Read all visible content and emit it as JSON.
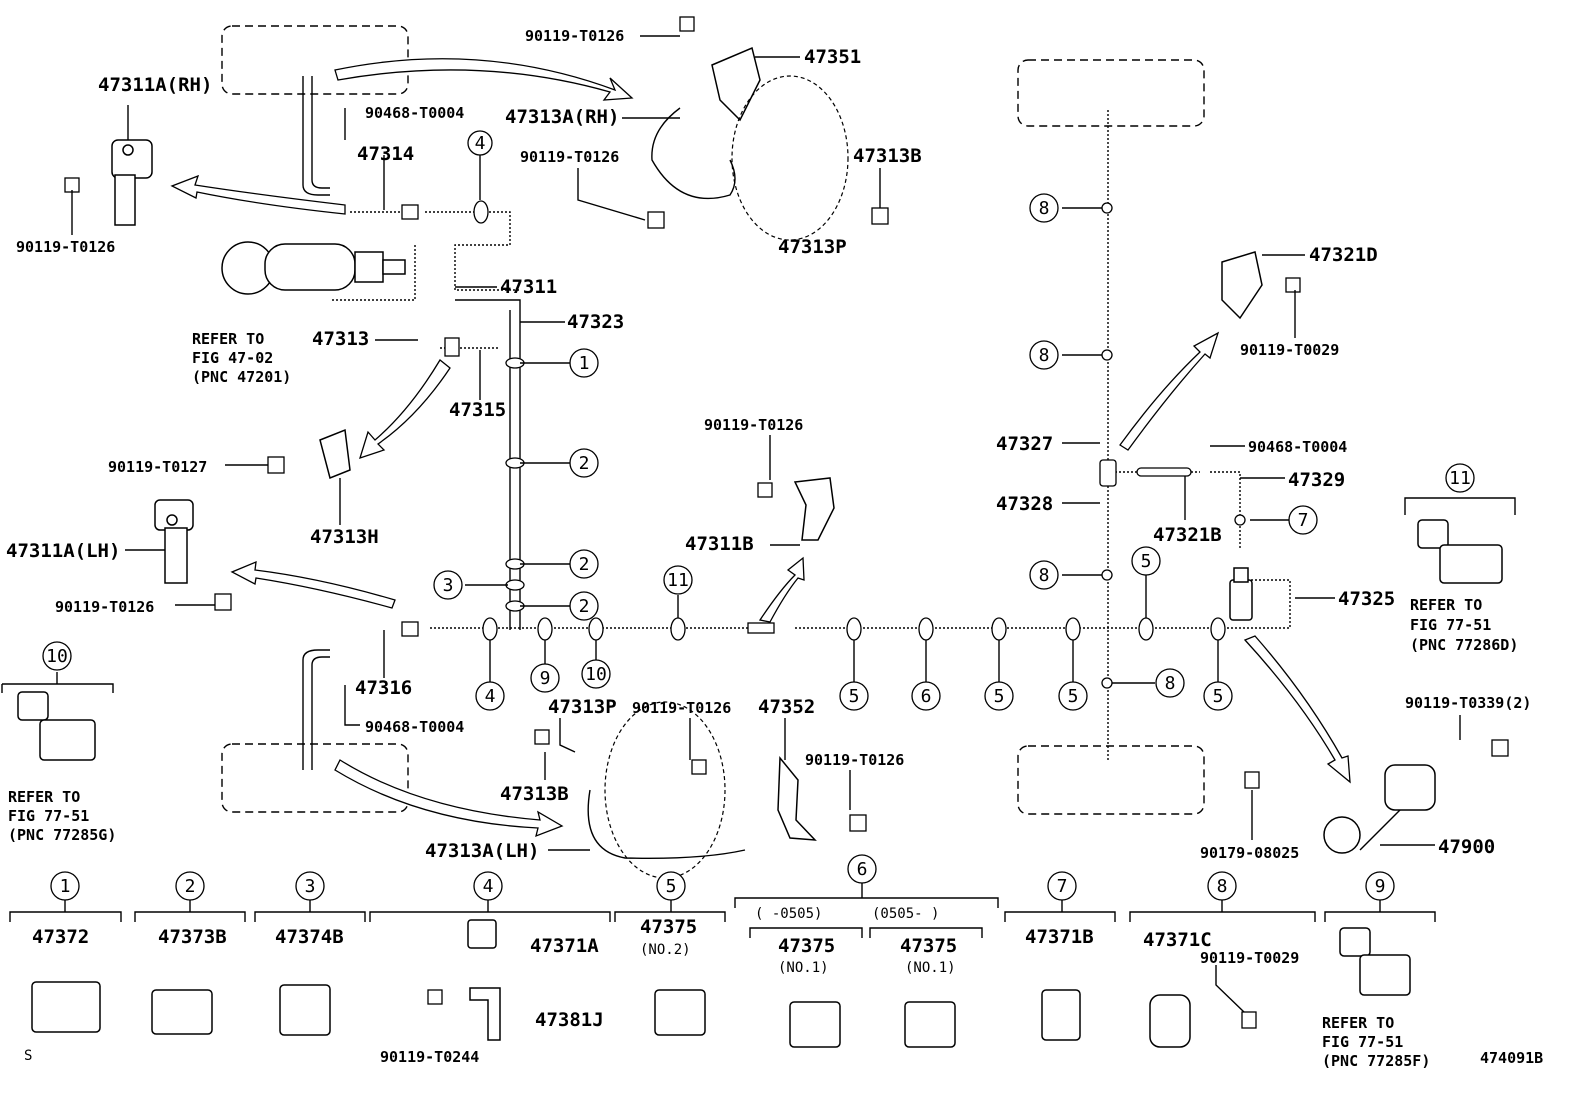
{
  "diagram_id": "474091B",
  "part_labels": {
    "p47311A_RH": "47311A(RH)",
    "p47311A_LH": "47311A(LH)",
    "p47311": "47311",
    "p47311B": "47311B",
    "p47313": "47313",
    "p47313A_RH": "47313A(RH)",
    "p47313A_LH": "47313A(LH)",
    "p47313B_top": "47313B",
    "p47313B_bot": "47313B",
    "p47313H": "47313H",
    "p47313P_top": "47313P",
    "p47313P_bot": "47313P",
    "p47314": "47314",
    "p47315": "47315",
    "p47316": "47316",
    "p47321B": "47321B",
    "p47321D": "47321D",
    "p47323": "47323",
    "p47325": "47325",
    "p47327": "47327",
    "p47328": "47328",
    "p47329": "47329",
    "p47351": "47351",
    "p47352": "47352",
    "p47900": "47900"
  },
  "bolt_labels": {
    "b_t0126_a": "90119-T0126",
    "b_t0126_b": "90119-T0126",
    "b_t0126_c": "90119-T0126",
    "b_t0126_d": "90119-T0126",
    "b_t0126_e": "90119-T0126",
    "b_t0126_f": "90119-T0126",
    "b_t0126_g": "90119-T0126",
    "b_t0127": "90119-T0127",
    "b_t0029_a": "90119-T0029",
    "b_t0029_b": "90119-T0029",
    "b_t0339": "90119-T0339(2)",
    "b_t0244": "90119-T0244",
    "c_t0004_a": "90468-T0004",
    "c_t0004_b": "90468-T0004",
    "c_t0004_c": "90468-T0004",
    "n_08025": "90179-08025"
  },
  "references": {
    "ref_master": [
      "REFER TO",
      "FIG 47-02",
      "(PNC 47201)"
    ],
    "ref_77285G": [
      "REFER TO",
      "FIG 77-51",
      "(PNC 77285G)"
    ],
    "ref_77286D": [
      "REFER TO",
      "FIG 77-51",
      "(PNC 77286D)"
    ],
    "ref_77285F": [
      "REFER TO",
      "FIG 77-51",
      "(PNC 77285F)"
    ]
  },
  "callout_numbers": [
    "1",
    "2",
    "3",
    "4",
    "5",
    "6",
    "7",
    "8",
    "9",
    "10",
    "11"
  ],
  "legend": [
    {
      "num": "1",
      "part": "47372"
    },
    {
      "num": "2",
      "part": "47373B"
    },
    {
      "num": "3",
      "part": "47374B"
    },
    {
      "num": "4",
      "part": "47371A",
      "part2": "47381J",
      "bolt": "90119-T0244"
    },
    {
      "num": "5",
      "part": "47375",
      "note": "(NO.2)"
    },
    {
      "num": "6",
      "range_a": "(    -0505)",
      "range_b": "(0505-    )",
      "part_a": "47375",
      "note_a": "(NO.1)",
      "part_b": "47375",
      "note_b": "(NO.1)"
    },
    {
      "num": "7",
      "part": "47371B"
    },
    {
      "num": "8",
      "part": "47371C",
      "bolt": "90119-T0029"
    },
    {
      "num": "9",
      "ref": [
        "REFER TO",
        "FIG 77-51",
        "(PNC 77285F)"
      ]
    }
  ],
  "footer_mark": "S"
}
